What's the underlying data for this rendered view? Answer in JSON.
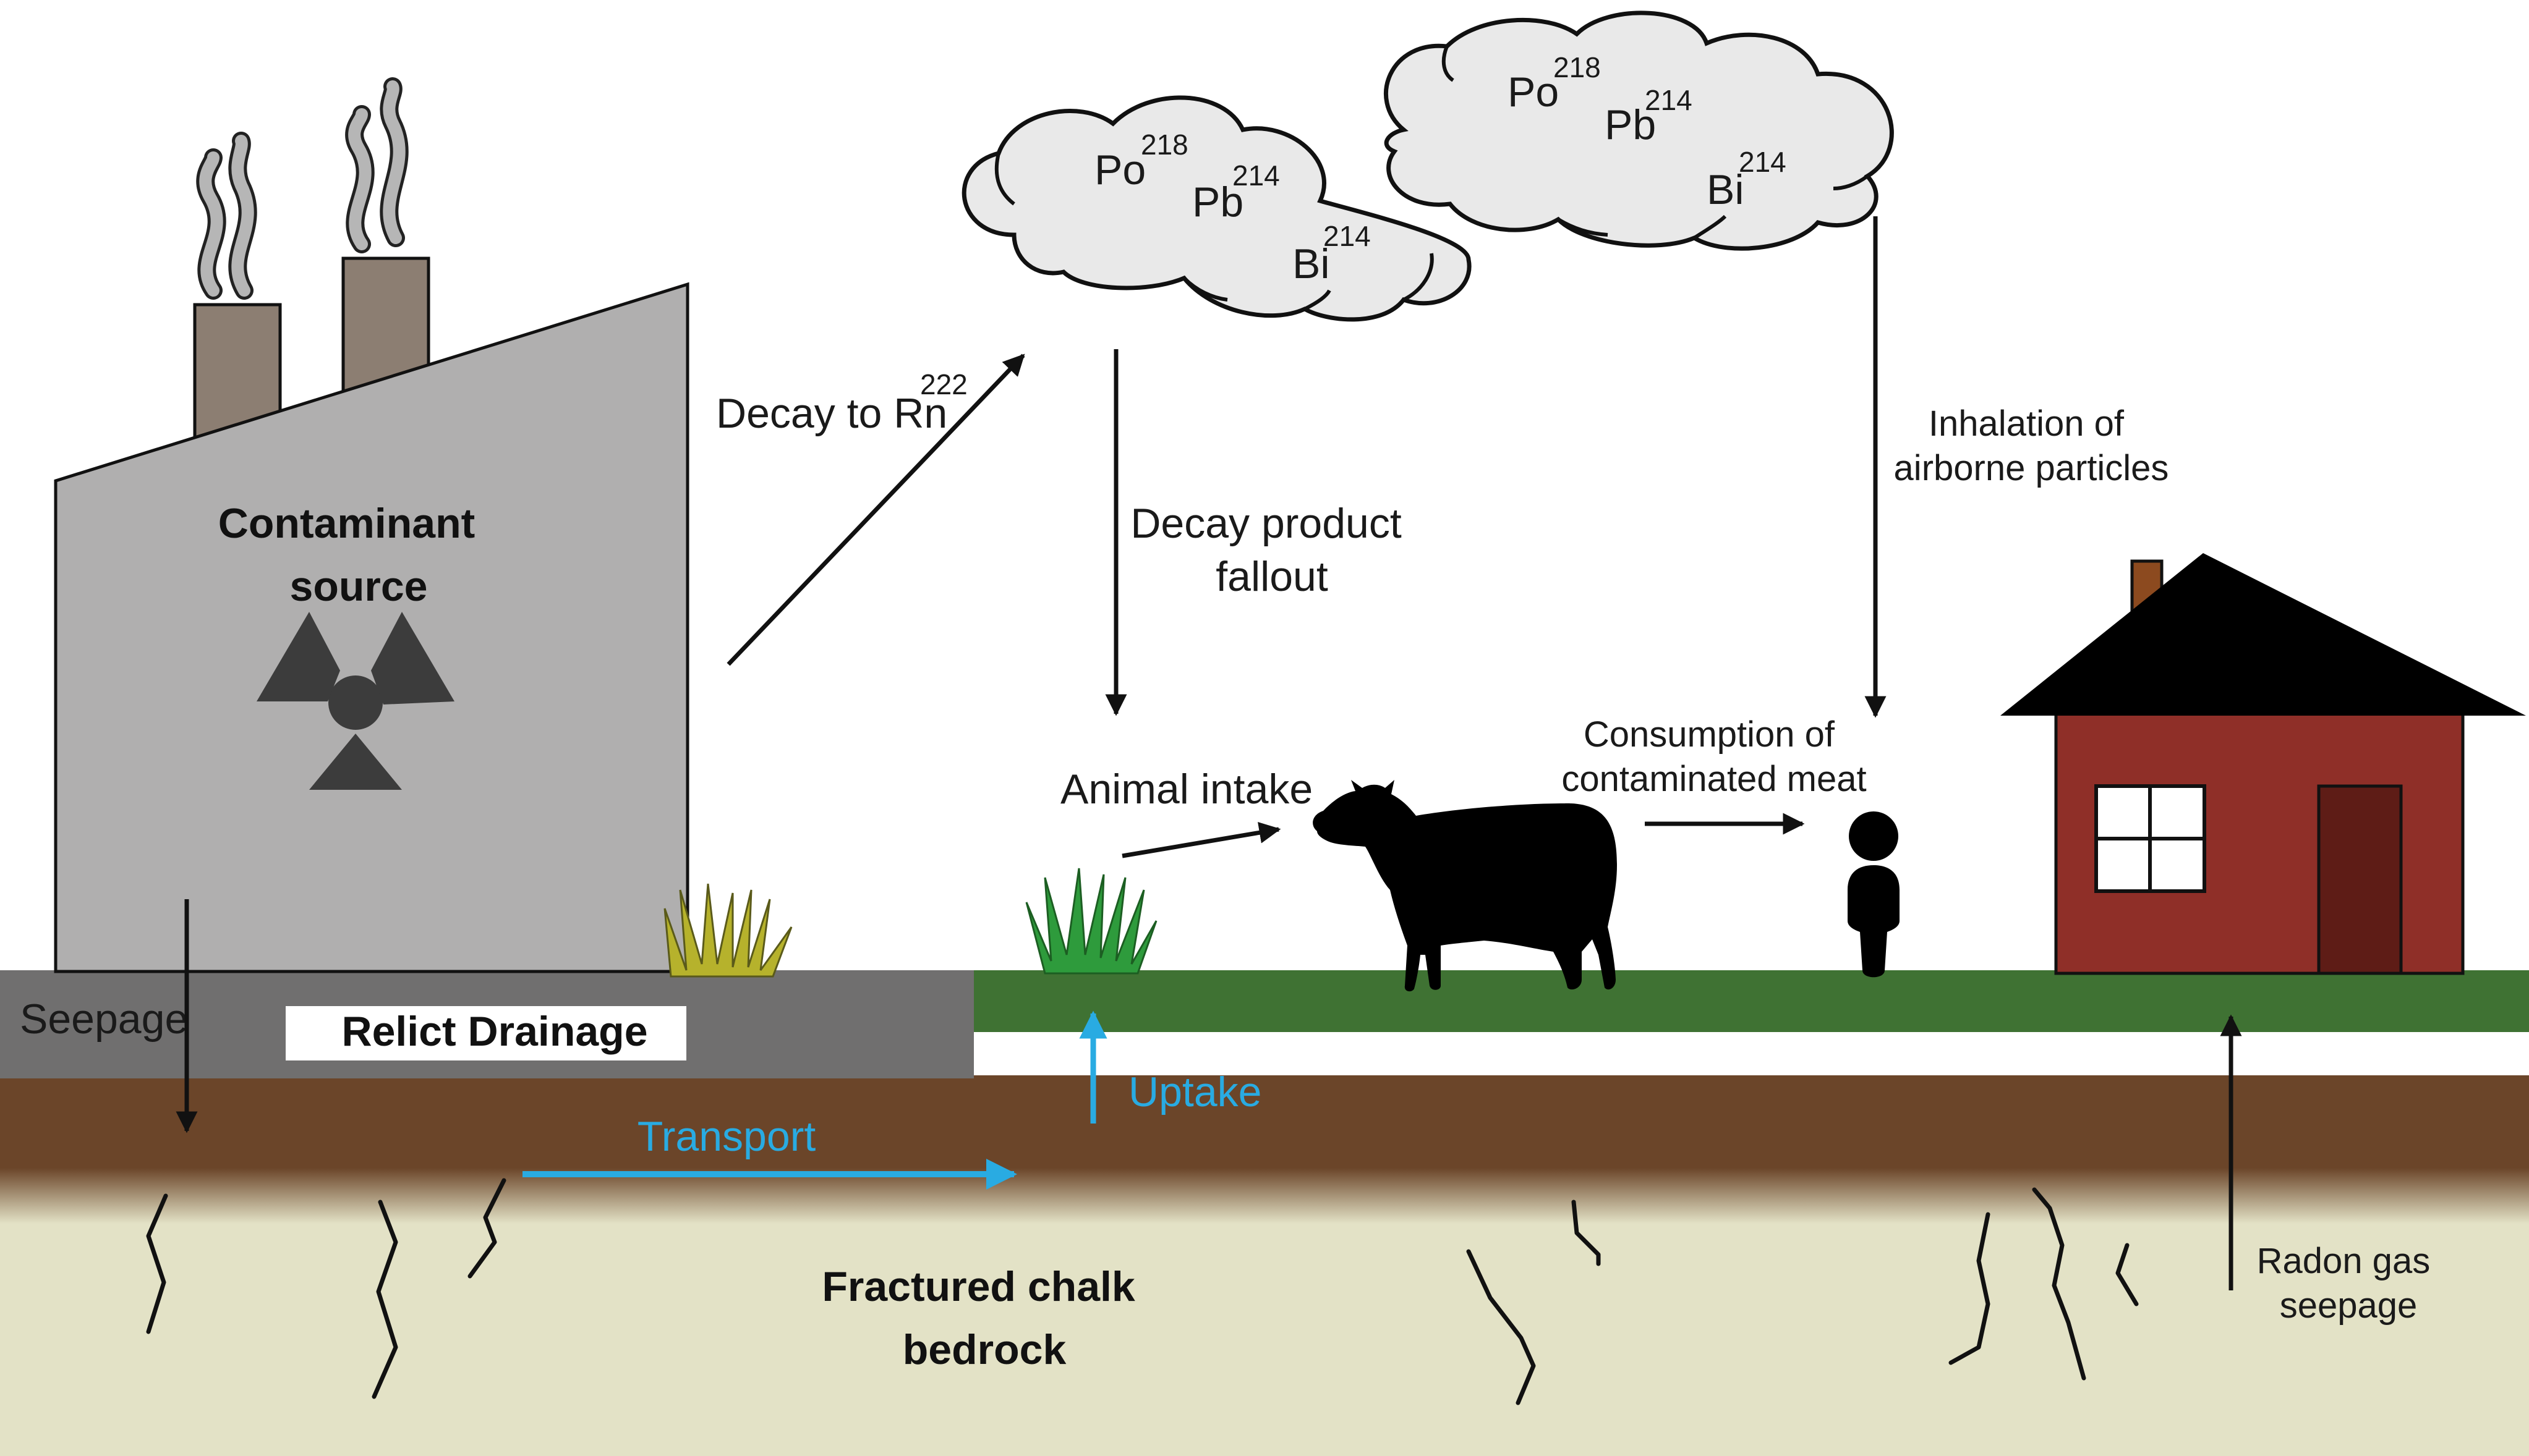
{
  "labels": {
    "contaminant_source": [
      "Contaminant",
      "source"
    ],
    "relict_drainage": "Relict Drainage",
    "seepage": "Seepage",
    "transport": "Transport",
    "uptake": "Uptake",
    "fractured_chalk": [
      "Fractured chalk",
      "bedrock"
    ],
    "decay_to_rn": "Decay to Rn",
    "decay_to_rn_sup": "222",
    "decay_product_fallout": [
      "Decay product",
      "fallout"
    ],
    "inhalation": [
      "Inhalation of",
      "airborne particles"
    ],
    "animal_intake": "Animal intake",
    "consumption": [
      "Consumption of",
      "contaminated meat"
    ],
    "radon_gas_seepage": [
      "Radon gas",
      "seepage"
    ]
  },
  "clouds": [
    {
      "isotopes": [
        {
          "symbol": "Po",
          "mass": "218"
        },
        {
          "symbol": "Pb",
          "mass": "214"
        },
        {
          "symbol": "Bi",
          "mass": "214"
        }
      ]
    },
    {
      "isotopes": [
        {
          "symbol": "Po",
          "mass": "218"
        },
        {
          "symbol": "Pb",
          "mass": "214"
        },
        {
          "symbol": "Bi",
          "mass": "214"
        }
      ]
    }
  ],
  "colors": {
    "building": "#b0afaf",
    "chimney": "#8c7e72",
    "smoke": "#b6b6b6",
    "concrete": "#706f6f",
    "soil": "#6b4529",
    "grass": "#3f7233",
    "bedrock": "#e3e2c6",
    "cloud": "#e9e9e9",
    "accent_blue": "#29abe2",
    "house_wall": "#8f2f28",
    "house_door": "#5e1c16",
    "roof": "#000000",
    "radiation_symbol": "#3c3c3c",
    "grass_tuft_yellow": "#b6b22c",
    "grass_tuft_green": "#2e9b3c"
  }
}
